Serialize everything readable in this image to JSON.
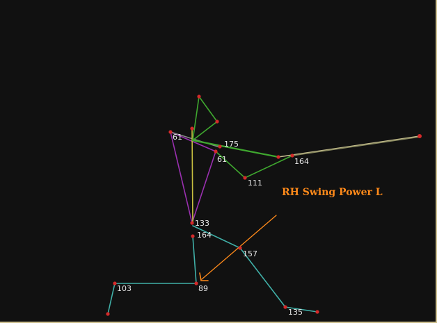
{
  "caption": "RH Swing Power L",
  "colors": {
    "background": "#111111",
    "joint": "#d42a2a",
    "arm": "#3fa82f",
    "spine": "#c8c040",
    "torso": "#9a30b0",
    "leg": "#40b0a8",
    "club": "#c8c090",
    "annotation": "#ff8a1a"
  },
  "joint_labels": {
    "left_shoulder": "61",
    "right_shoulder": "175",
    "right_shoulder_inner": "61",
    "hand": "164",
    "elbow": "111",
    "hip_a": "133",
    "hip_b": "164",
    "right_knee": "157",
    "left_knee": "89",
    "left_ankle": "103",
    "right_ankle": "135"
  }
}
